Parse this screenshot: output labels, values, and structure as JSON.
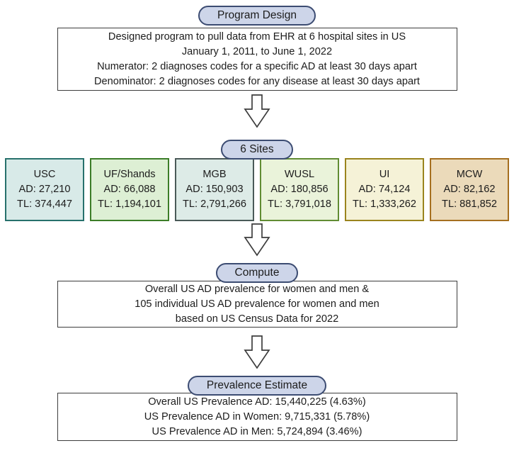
{
  "pills": {
    "program_design": "Program Design",
    "six_sites": "6 Sites",
    "compute": "Compute",
    "prevalence_estimate": "Prevalence Estimate"
  },
  "program_box": {
    "lines": [
      "Designed program to pull data from EHR at 6 hospital sites in US",
      "January 1, 2011, to June 1, 2022",
      "Numerator: 2 diagnoses codes for a specific AD at least 30 days apart",
      "Denominator: 2 diagnoses codes for any disease at least 30 days apart"
    ]
  },
  "sites": {
    "items": [
      {
        "name": "USC",
        "ad": "AD: 27,210",
        "tl": "TL: 374,447",
        "fill": "#d8eae8",
        "border": "#27716c"
      },
      {
        "name": "UF/Shands",
        "ad": "AD: 66,088",
        "tl": "TL: 1,194,101",
        "fill": "#ddefd4",
        "border": "#3c7d28"
      },
      {
        "name": "MGB",
        "ad": "AD: 150,903",
        "tl": "TL: 2,791,266",
        "fill": "#ddebe7",
        "border": "#4a5a58"
      },
      {
        "name": "WUSL",
        "ad": "AD: 180,856",
        "tl": "TL: 3,791,018",
        "fill": "#eaf3da",
        "border": "#618c33"
      },
      {
        "name": "UI",
        "ad": "AD: 74,124",
        "tl": "TL: 1,333,262",
        "fill": "#f5f2d7",
        "border": "#9a841e"
      },
      {
        "name": "MCW",
        "ad": "AD: 82,162",
        "tl": "TL: 881,852",
        "fill": "#ebdaba",
        "border": "#a56f1f"
      }
    ]
  },
  "compute_box": {
    "lines": [
      "Overall US AD prevalence for women and men &",
      "105 individual US AD prevalence for women and men",
      "based on US Census Data for 2022"
    ]
  },
  "prevalence_box": {
    "lines": [
      "Overall US Prevalence AD: 15,440,225 (4.63%)",
      "US Prevalence AD in Women: 9,715,331 (5.78%)",
      "US Prevalence AD in Men: 5,724,894 (3.46%)"
    ]
  },
  "colors": {
    "pill_fill": "#cdd5e9",
    "pill_border": "#3c4c72",
    "box_border": "#3d3d3d",
    "arrow_outline": "#3d3d3d",
    "background": "#ffffff"
  }
}
